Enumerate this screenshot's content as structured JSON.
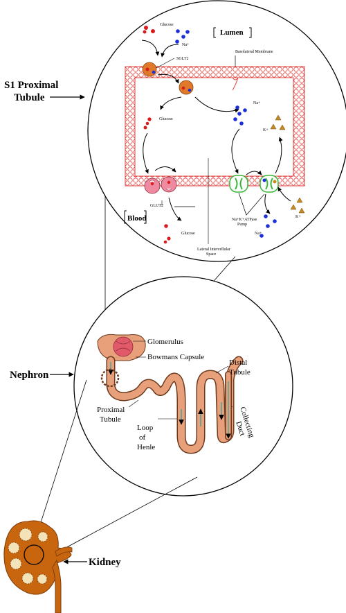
{
  "labels": {
    "s1_line1": "S1 Proximal",
    "s1_line2": "Tubule",
    "nephron": "Nephron",
    "kidney": "Kidney",
    "lumen": "Lumen",
    "blood": "Blood",
    "glucose_top": "Glucose",
    "na_top": "Na+",
    "sglt2": "SGLT2",
    "basolateral": "Basolateral Membrane",
    "na_right": "Na+",
    "glucose_mid": "Glucose",
    "k_right": "K+",
    "glut2": "GLUT2",
    "glucose_bottom": "Glucose",
    "lateral_1": "Lateral Intercellular",
    "lateral_2": "Space",
    "pump_1": "Na+K+ATPase",
    "pump_2": "Pump",
    "na_bottom": "Na+",
    "k_bottom": "K+",
    "glomerulus": "Glomerulus",
    "bowmans": "Bowmans Capsule",
    "distal_1": "Distal",
    "distal_2": "Tubule",
    "proximal_1": "Proximal",
    "proximal_2": "Tubule",
    "loop_1": "Loop",
    "loop_2": "of",
    "loop_3": "Henle",
    "collecting_1": "Collecting",
    "collecting_2": "Duct"
  },
  "colors": {
    "membrane": "#e03c3c",
    "tubule_fill": "#e8a07a",
    "tubule_stroke": "#6b3a1f",
    "kidney": "#c8660f",
    "kidney_lobe": "#f4e3b8",
    "glomerulus": "#e05a6a",
    "sglt2": "#e07a2a",
    "glut2": "#f08aa0",
    "pump": "#38b838",
    "na": "#1c2fd8",
    "glucose": "#d81c1c",
    "k": "#c88a20",
    "flow": "#2aa8a8"
  },
  "icons": [
    "glucose-molecule",
    "sodium-ion",
    "potassium-ion",
    "sglt2-transporter",
    "glut2-transporter",
    "na-k-atpase-pump",
    "arrow"
  ]
}
